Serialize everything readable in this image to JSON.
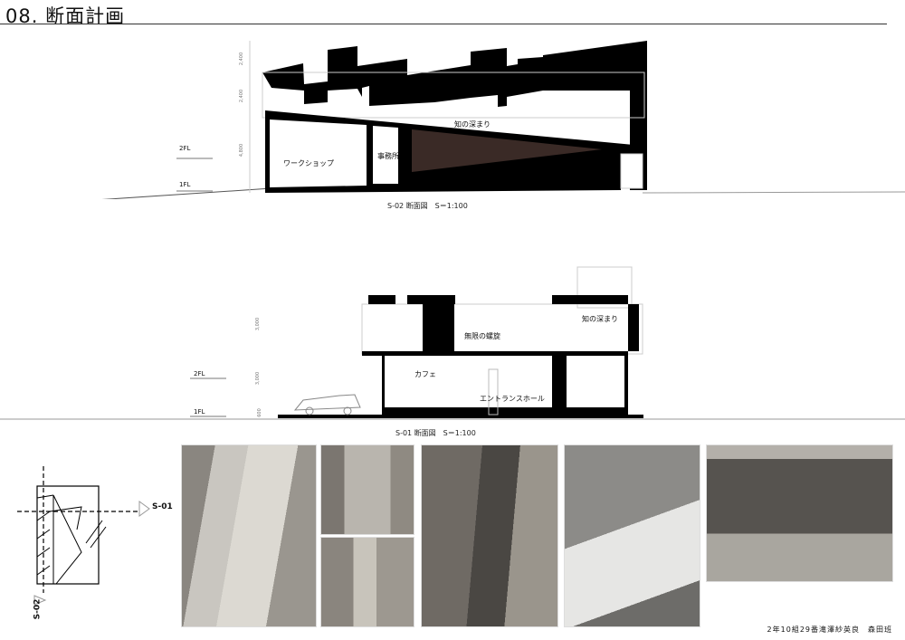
{
  "title": "08. 断面計画",
  "section_s02": {
    "caption": "S-02 断面図　S＝1:100",
    "rooms": [
      "ワークショップ",
      "事務所",
      "知の深まり"
    ],
    "levels": [
      "2FL",
      "1FL"
    ],
    "dimensions": [
      "2,400",
      "2,400",
      "4,800"
    ]
  },
  "section_s01": {
    "caption": "S-01 断面図　S＝1:100",
    "rooms": [
      "無限の螺旋",
      "知の深まり",
      "カフェ",
      "エントランスホール"
    ],
    "levels": [
      "2FL",
      "1FL"
    ],
    "dimensions": [
      "3,000",
      "3,000",
      "600"
    ]
  },
  "key_plan": {
    "labels": [
      "S-01",
      "S-02"
    ]
  },
  "credit": "2年10組29番滝澤紗英良　森田班"
}
